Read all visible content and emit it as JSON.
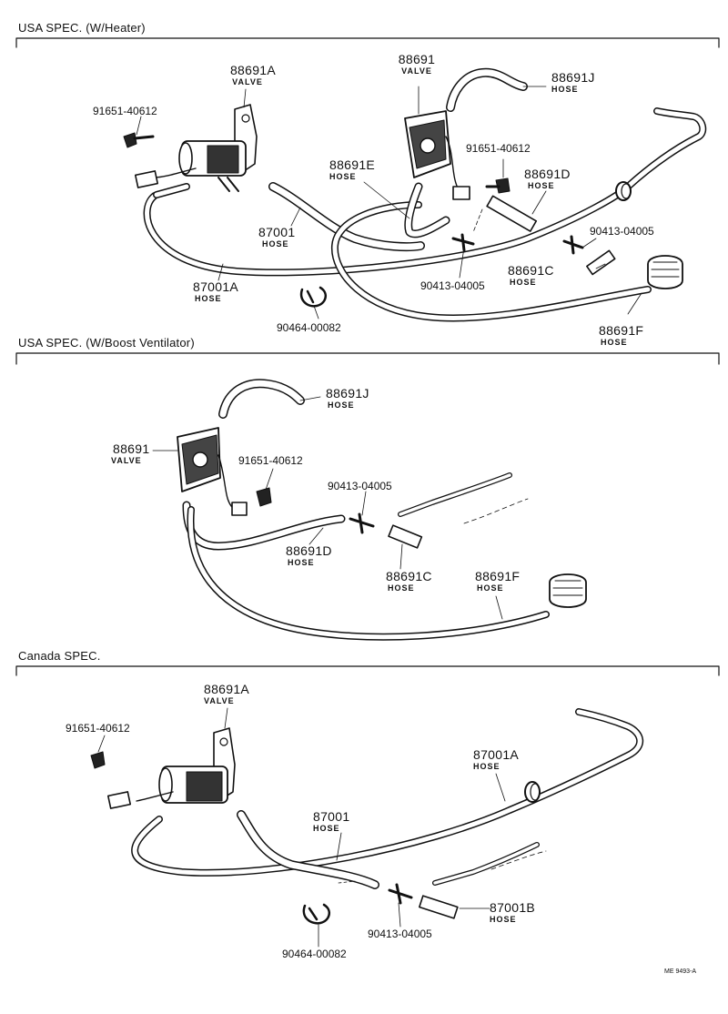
{
  "sections": [
    {
      "title": "USA SPEC. (W/Heater)",
      "labels": {
        "valve_a_num": "88691A",
        "valve_a_sub": "VALVE",
        "valve_num": "88691",
        "valve_sub": "VALVE",
        "hose_j_num": "88691J",
        "hose_j_sub": "HOSE",
        "bolt": "91651-40612",
        "bolt2": "91651-40612",
        "hose_e_num": "88691E",
        "hose_e_sub": "HOSE",
        "hose_d_num": "88691D",
        "hose_d_sub": "HOSE",
        "hose_87001_num": "87001",
        "hose_87001_sub": "HOSE",
        "connector_right": "90413-04005",
        "connector_center": "90413-04005",
        "hose_c_num": "88691C",
        "hose_c_sub": "HOSE",
        "hose_87001a_num": "87001A",
        "hose_87001a_sub": "HOSE",
        "clamp": "90464-00082",
        "hose_f_num": "88691F",
        "hose_f_sub": "HOSE"
      }
    },
    {
      "title": "USA SPEC. (W/Boost Ventilator)",
      "labels": {
        "hose_j_num": "88691J",
        "hose_j_sub": "HOSE",
        "valve_num": "88691",
        "valve_sub": "VALVE",
        "bolt": "91651-40612",
        "connector": "90413-04005",
        "hose_d_num": "88691D",
        "hose_d_sub": "HOSE",
        "hose_c_num": "88691C",
        "hose_c_sub": "HOSE",
        "hose_f_num": "88691F",
        "hose_f_sub": "HOSE"
      }
    },
    {
      "title": "Canada SPEC.",
      "labels": {
        "valve_a_num": "88691A",
        "valve_a_sub": "VALVE",
        "bolt": "91651-40612",
        "hose_87001a_num": "87001A",
        "hose_87001a_sub": "HOSE",
        "hose_87001_num": "87001",
        "hose_87001_sub": "HOSE",
        "hose_87001b_num": "87001B",
        "hose_87001b_sub": "HOSE",
        "connector": "90413-04005",
        "clamp": "90464-00082"
      }
    }
  ],
  "figure_code": "ME 9493-A",
  "colors": {
    "ink": "#111111",
    "paper": "#ffffff"
  }
}
